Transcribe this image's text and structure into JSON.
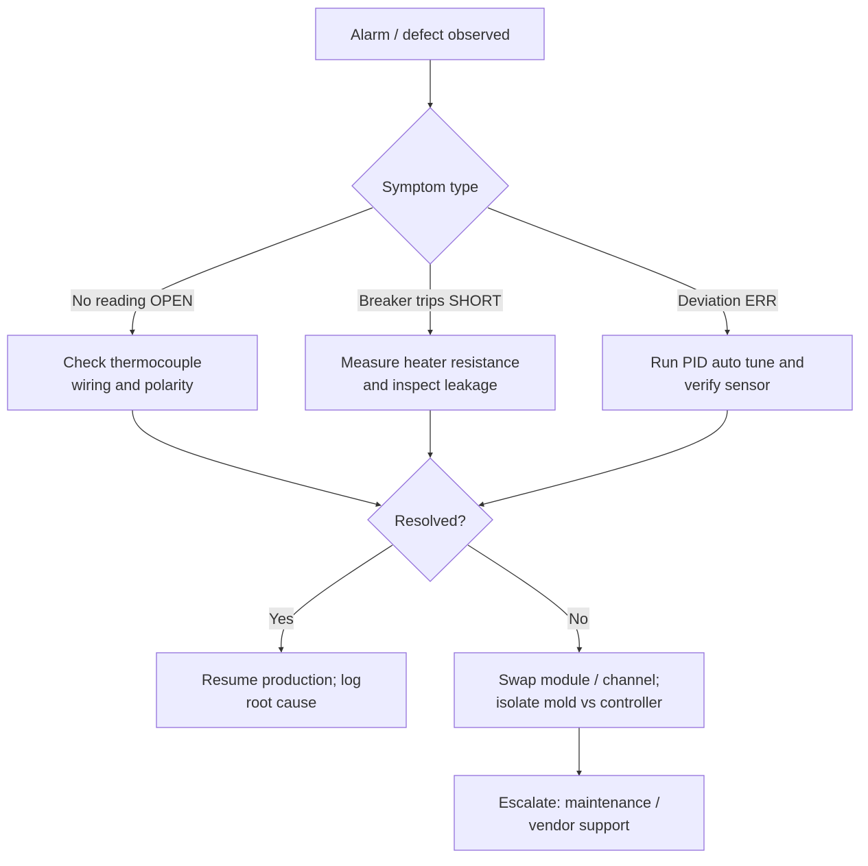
{
  "nodes": {
    "alarm": "Alarm / defect observed",
    "symptom": "Symptom type",
    "check_tc_1": "Check thermocouple",
    "check_tc_2": "wiring and polarity",
    "measure_1": "Measure heater resistance",
    "measure_2": "and inspect leakage",
    "pid_1": "Run PID auto tune and",
    "pid_2": "verify sensor",
    "resolved": "Resolved?",
    "resume_1": "Resume production; log",
    "resume_2": "root cause",
    "swap_1": "Swap module / channel;",
    "swap_2": "isolate mold vs controller",
    "escalate_1": "Escalate: maintenance /",
    "escalate_2": "vendor support"
  },
  "edges": {
    "no_reading": "No reading OPEN",
    "breaker": "Breaker trips SHORT",
    "deviation": "Deviation ERR",
    "yes": "Yes",
    "no": "No"
  },
  "colors": {
    "node_fill": "#ECECFF",
    "node_stroke": "#9370DB",
    "edge": "#333333",
    "edge_label_bg": "#e8e8e8"
  }
}
